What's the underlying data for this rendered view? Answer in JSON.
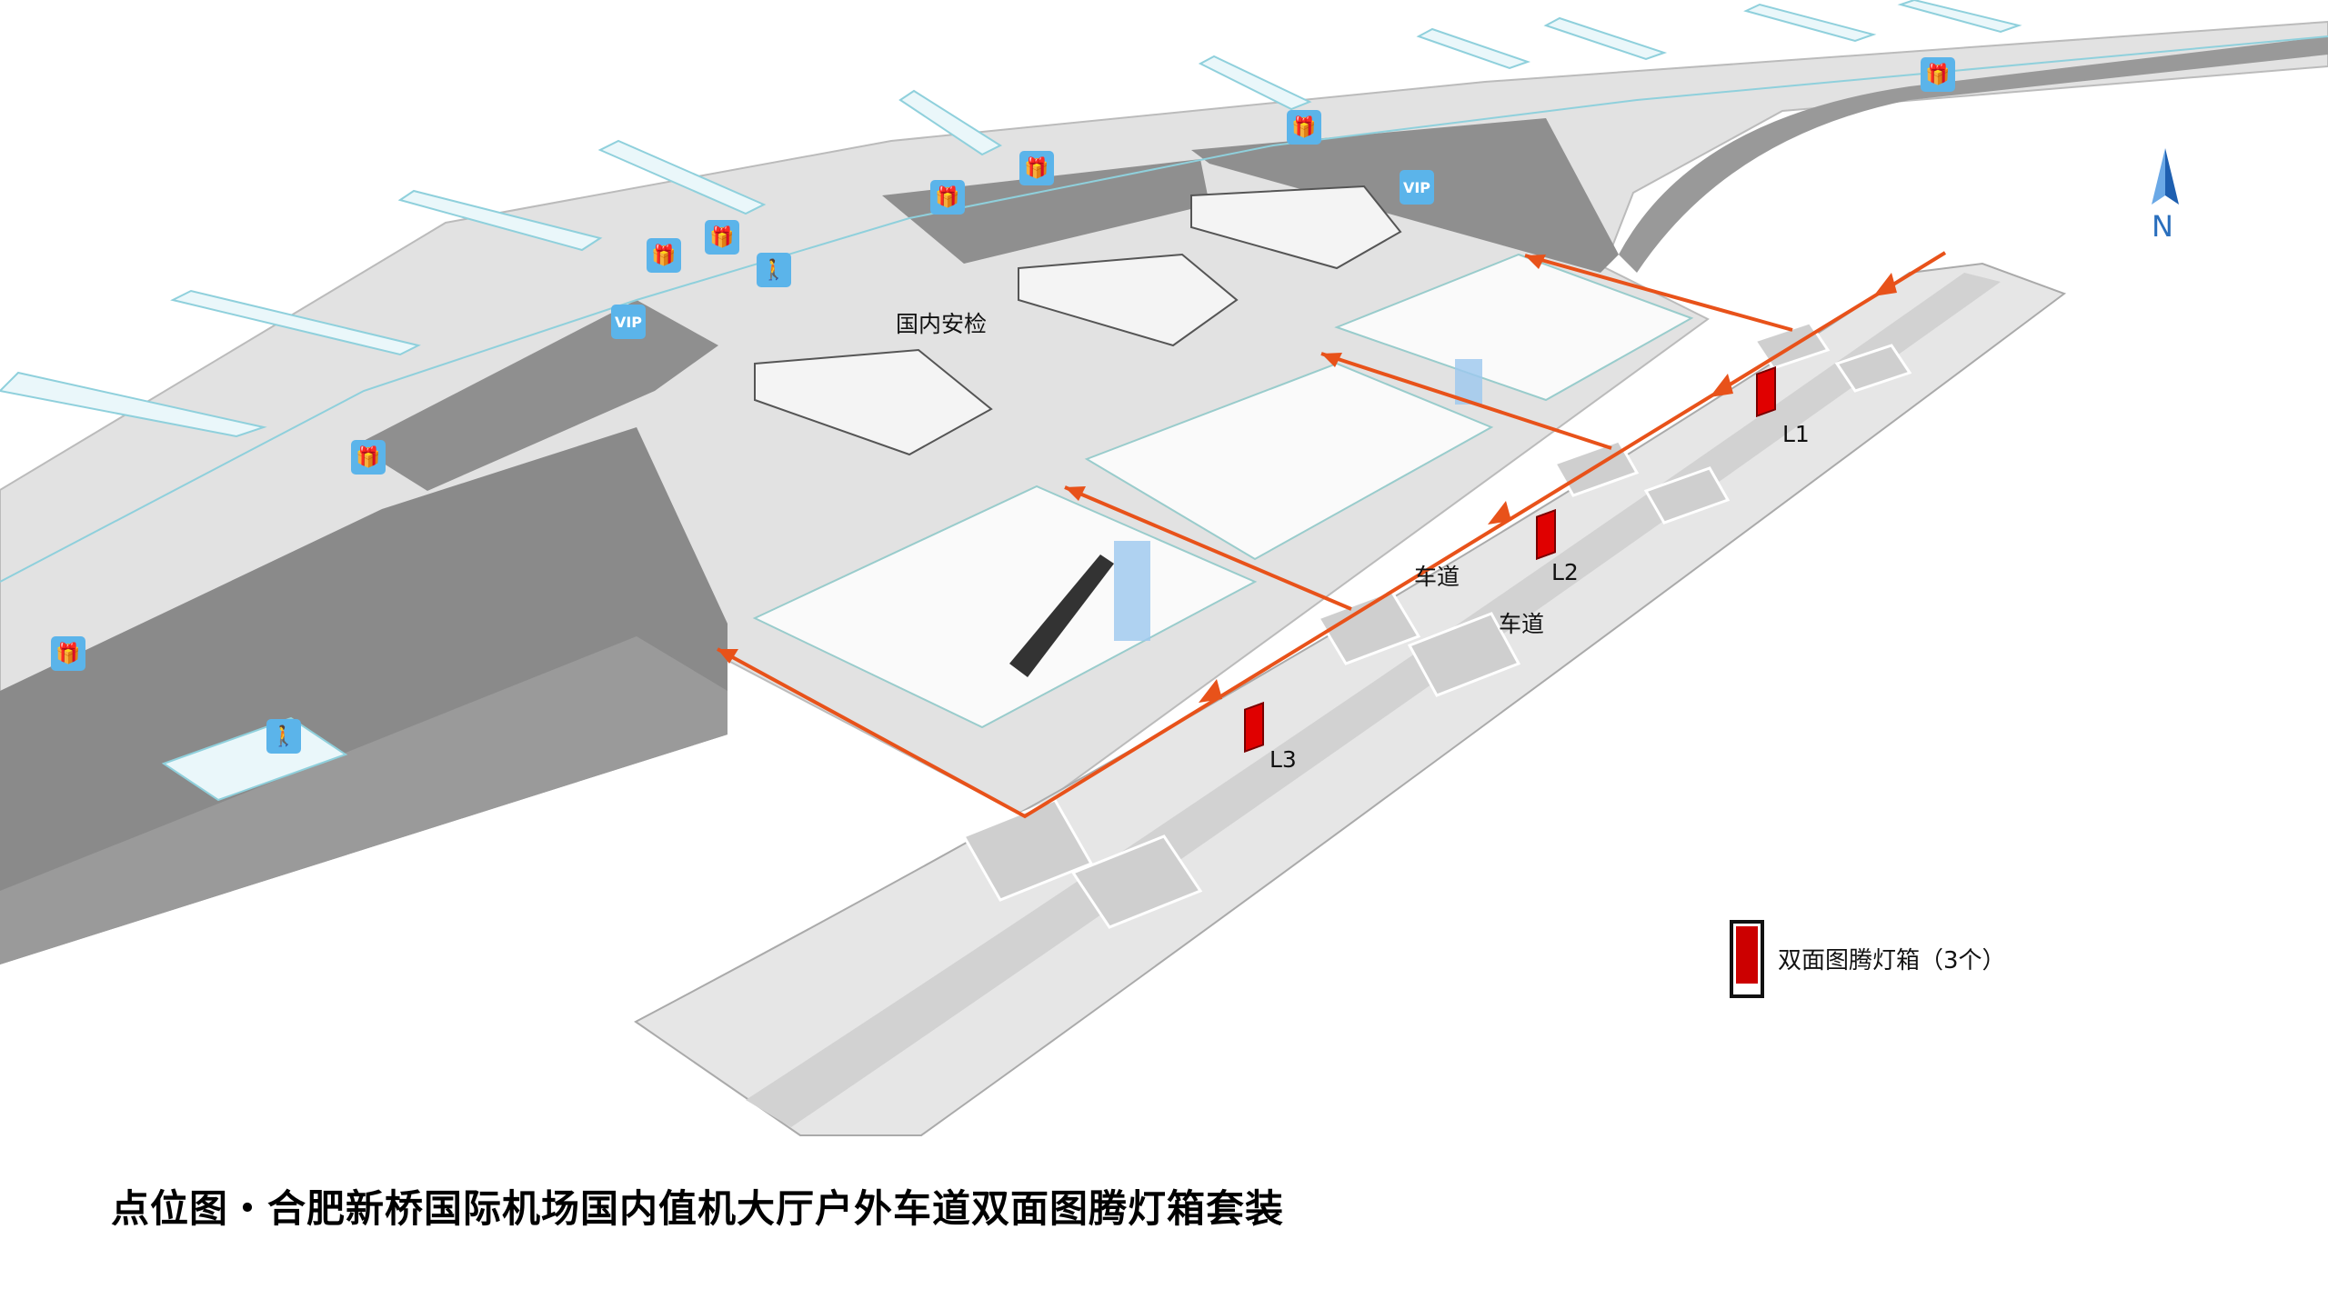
{
  "title": "点位图・合肥新桥国际机场国内值机大厅户外车道双面图腾灯箱套装",
  "compass": {
    "label": "N",
    "icon": "north-arrow-icon"
  },
  "legend": {
    "label": "双面图腾灯箱（3个）",
    "color": "#cc0000"
  },
  "map_labels": {
    "security": "国内安检",
    "lane_1": "车道",
    "lane_2": "车道",
    "points": [
      "L1",
      "L2",
      "L3"
    ]
  },
  "icons": {
    "vip": "VIP",
    "gift": "gift-icon",
    "person": "security-gate-icon"
  },
  "colors": {
    "route": "#e8521a",
    "lightbox": "#e00000",
    "icon": "#5bb4ea",
    "floor": "#e2e2e2",
    "dark": "#8a8a8a"
  }
}
